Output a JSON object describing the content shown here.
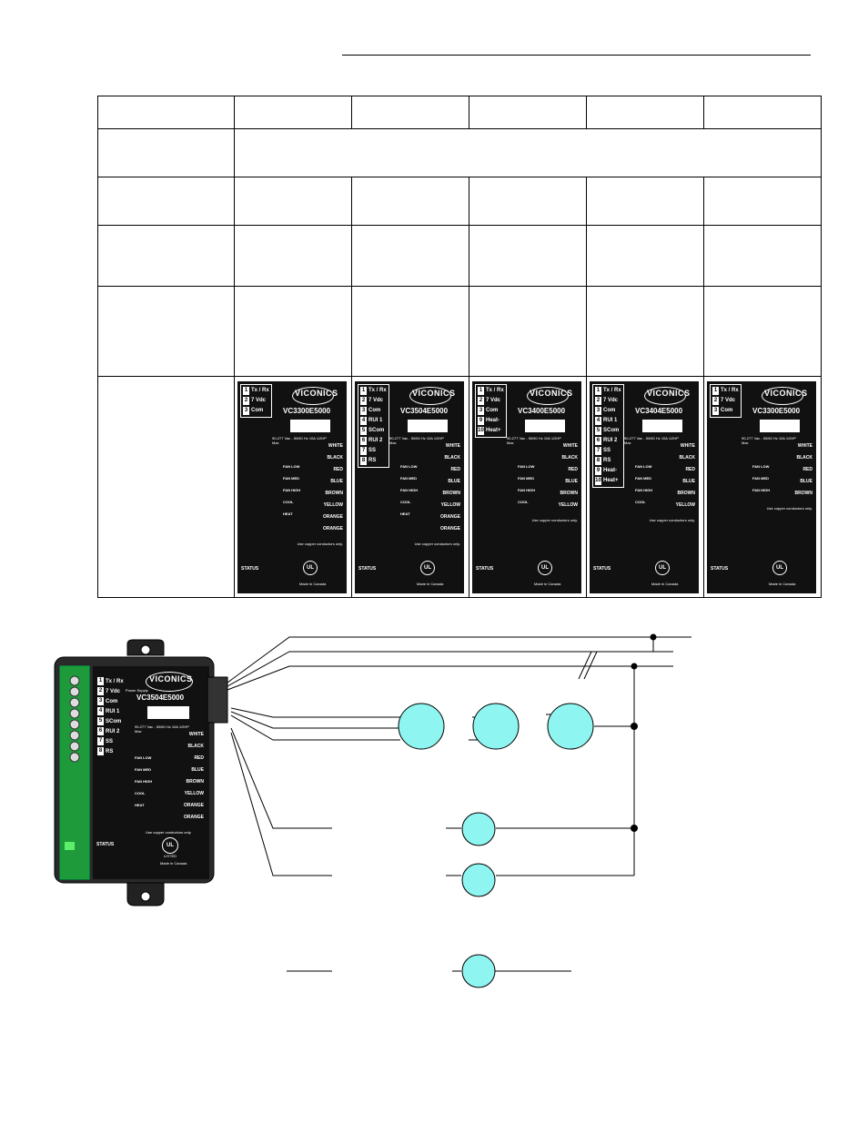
{
  "header_rule": true,
  "labels": [
    {
      "model": "VC3300E5000",
      "pins": [
        {
          "n": "1",
          "t": "Tx / Rx"
        },
        {
          "n": "2",
          "t": "7 Vdc"
        },
        {
          "n": "3",
          "t": "Com"
        }
      ],
      "wires": [
        "WHITE",
        "BLACK",
        "RED",
        "BLUE",
        "BROWN",
        "YELLOW",
        "ORANGE",
        "ORANGE"
      ],
      "wire_labels": [
        "FAN LOW",
        "FAN MED",
        "FAN HIGH",
        "COOL",
        "HEAT"
      ],
      "rating": "90-277 Vac - 50/60 Hz 10A 1/2HP Max",
      "note": "Use copper conductors only.",
      "status": "STATUS",
      "made": "Made in Canada"
    },
    {
      "model": "VC3504E5000",
      "pins": [
        {
          "n": "1",
          "t": "Tx / Rx"
        },
        {
          "n": "2",
          "t": "7 Vdc"
        },
        {
          "n": "3",
          "t": "Com"
        },
        {
          "n": "4",
          "t": "RUI 1"
        },
        {
          "n": "5",
          "t": "SCom"
        },
        {
          "n": "6",
          "t": "RUI 2"
        },
        {
          "n": "7",
          "t": "SS"
        },
        {
          "n": "8",
          "t": "RS"
        }
      ],
      "wires": [
        "WHITE",
        "BLACK",
        "RED",
        "BLUE",
        "BROWN",
        "YELLOW",
        "ORANGE",
        "ORANGE"
      ],
      "wire_labels": [
        "FAN LOW",
        "FAN MED",
        "FAN HIGH",
        "COOL",
        "HEAT"
      ],
      "rating": "90-277 Vac - 50/60 Hz 10A 1/2HP Max",
      "note": "Use copper conductors only.",
      "status": "STATUS",
      "made": "Made in Canada"
    },
    {
      "model": "VC3400E5000",
      "pins": [
        {
          "n": "1",
          "t": "Tx / Rx"
        },
        {
          "n": "2",
          "t": "7 Vdc"
        },
        {
          "n": "3",
          "t": "Com"
        },
        {
          "n": "9",
          "t": "Heat-"
        },
        {
          "n": "10",
          "t": "Heat+"
        }
      ],
      "wires": [
        "WHITE",
        "BLACK",
        "RED",
        "BLUE",
        "BROWN",
        "YELLOW"
      ],
      "wire_labels": [
        "FAN LOW",
        "FAN MED",
        "FAN HIGH",
        "COOL"
      ],
      "rating": "90-277 Vac - 50/60 Hz 10A 1/2HP Max",
      "note": "Use copper conductors only.",
      "status": "STATUS",
      "made": "Made in Canada"
    },
    {
      "model": "VC3404E5000",
      "pins": [
        {
          "n": "1",
          "t": "Tx / Rx"
        },
        {
          "n": "2",
          "t": "7 Vdc"
        },
        {
          "n": "3",
          "t": "Com"
        },
        {
          "n": "4",
          "t": "RUI 1"
        },
        {
          "n": "5",
          "t": "SCom"
        },
        {
          "n": "6",
          "t": "RUI 2"
        },
        {
          "n": "7",
          "t": "SS"
        },
        {
          "n": "8",
          "t": "RS"
        },
        {
          "n": "9",
          "t": "Heat-"
        },
        {
          "n": "10",
          "t": "Heat+"
        }
      ],
      "wires": [
        "WHITE",
        "BLACK",
        "RED",
        "BLUE",
        "BROWN",
        "YELLOW"
      ],
      "wire_labels": [
        "FAN LOW",
        "FAN MED",
        "FAN HIGH",
        "COOL"
      ],
      "rating": "90-277 Vac - 50/60 Hz 10A 1/2HP Max",
      "note": "Use copper conductors only.",
      "status": "STATUS",
      "made": "Made in Canada"
    },
    {
      "model": "VC3300E5000",
      "pins": [
        {
          "n": "1",
          "t": "Tx / Rx"
        },
        {
          "n": "2",
          "t": "7 Vdc"
        },
        {
          "n": "3",
          "t": "Com"
        }
      ],
      "wires": [
        "WHITE",
        "BLACK",
        "RED",
        "BLUE",
        "BROWN"
      ],
      "wire_labels": [
        "FAN LOW",
        "FAN MED",
        "FAN HIGH"
      ],
      "rating": "90-277 Vac - 50/60 Hz 10A 1/2HP Max",
      "note": "Use copper conductors only.",
      "status": "STATUS",
      "made": "Made in Canada"
    }
  ],
  "device": {
    "model": "VC3504E5000",
    "brand": "VICONICS",
    "pins": [
      {
        "n": "1",
        "t": "Tx / Rx"
      },
      {
        "n": "2",
        "t": "7 Vdc"
      },
      {
        "n": "3",
        "t": "Com"
      },
      {
        "n": "4",
        "t": "RUI 1"
      },
      {
        "n": "5",
        "t": "SCom"
      },
      {
        "n": "6",
        "t": "RUI 2"
      },
      {
        "n": "7",
        "t": "SS"
      },
      {
        "n": "8",
        "t": "RS"
      }
    ],
    "wires": [
      "WHITE",
      "BLACK",
      "RED",
      "BLUE",
      "BROWN",
      "YELLOW",
      "ORANGE",
      "ORANGE"
    ],
    "wire_labels": [
      "FAN LOW",
      "FAN MED",
      "FAN HIGH",
      "COOL",
      "HEAT"
    ],
    "rating": "90-277 Vac - 50/60 Hz 10A 1/2HP Max",
    "note": "Use copper conductors only.",
    "status": "STATUS",
    "made": "Made in Canada",
    "power_supply": "Power Supply",
    "listed": "LISTED"
  },
  "colors": {
    "circle_fill": "#8ff5f0",
    "panel": "#111111",
    "green": "#1f9a3a"
  }
}
